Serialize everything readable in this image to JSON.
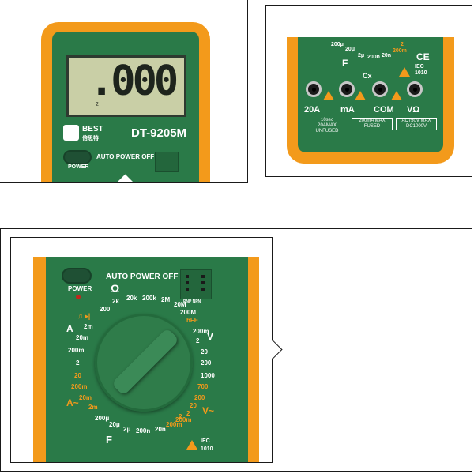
{
  "panel1": {
    "reading": ".000",
    "brand": "BEST",
    "brand_sub": "倍思特",
    "model": "DT-9205M",
    "power": "POWER",
    "auto_power_off": "AUTO POWER OFF",
    "small_2": "2"
  },
  "panel2": {
    "top_ranges": [
      "200μ",
      "20μ",
      "2μ",
      "200n",
      "20n",
      "2",
      "200m"
    ],
    "f": "F",
    "cx": "Cx",
    "ce": "CE",
    "iec": "IEC",
    "iec_num": "1010",
    "jack_20a": "20A",
    "jack_ma": "mA",
    "jack_com": "COM",
    "jack_vohm": "VΩ",
    "note_20a": [
      "10sec",
      "20AMAX",
      "UNFUSED"
    ],
    "note_ma": [
      "200mA MAX",
      "FUSED"
    ],
    "note_v": [
      "AC750V MAX",
      "DC1000V"
    ]
  },
  "panel3": {
    "power": "POWER",
    "auto_power_off": "AUTO POWER OFF",
    "ohm": "Ω",
    "pnp_npn": "PNP NPN",
    "hfe": "hFE",
    "v_dc": "V",
    "a_dc": "A",
    "a_ac": "A~",
    "v_ac": "V~",
    "f": "F",
    "iec": "IEC",
    "iec_num": "1010",
    "ohm_ranges": [
      "200",
      "2k",
      "20k",
      "200k",
      "2M",
      "20M",
      "200M"
    ],
    "left_ranges": [
      "2m",
      "20m",
      "200m",
      "2",
      "20",
      "200m",
      "20m",
      "2m"
    ],
    "right_ranges": [
      "200m",
      "2",
      "20",
      "200",
      "1000",
      "700",
      "200",
      "20",
      "2",
      "200m"
    ],
    "bottom_ranges": [
      "200μ",
      "20μ",
      "2μ",
      "200n",
      "20n",
      "2",
      "200m"
    ]
  }
}
